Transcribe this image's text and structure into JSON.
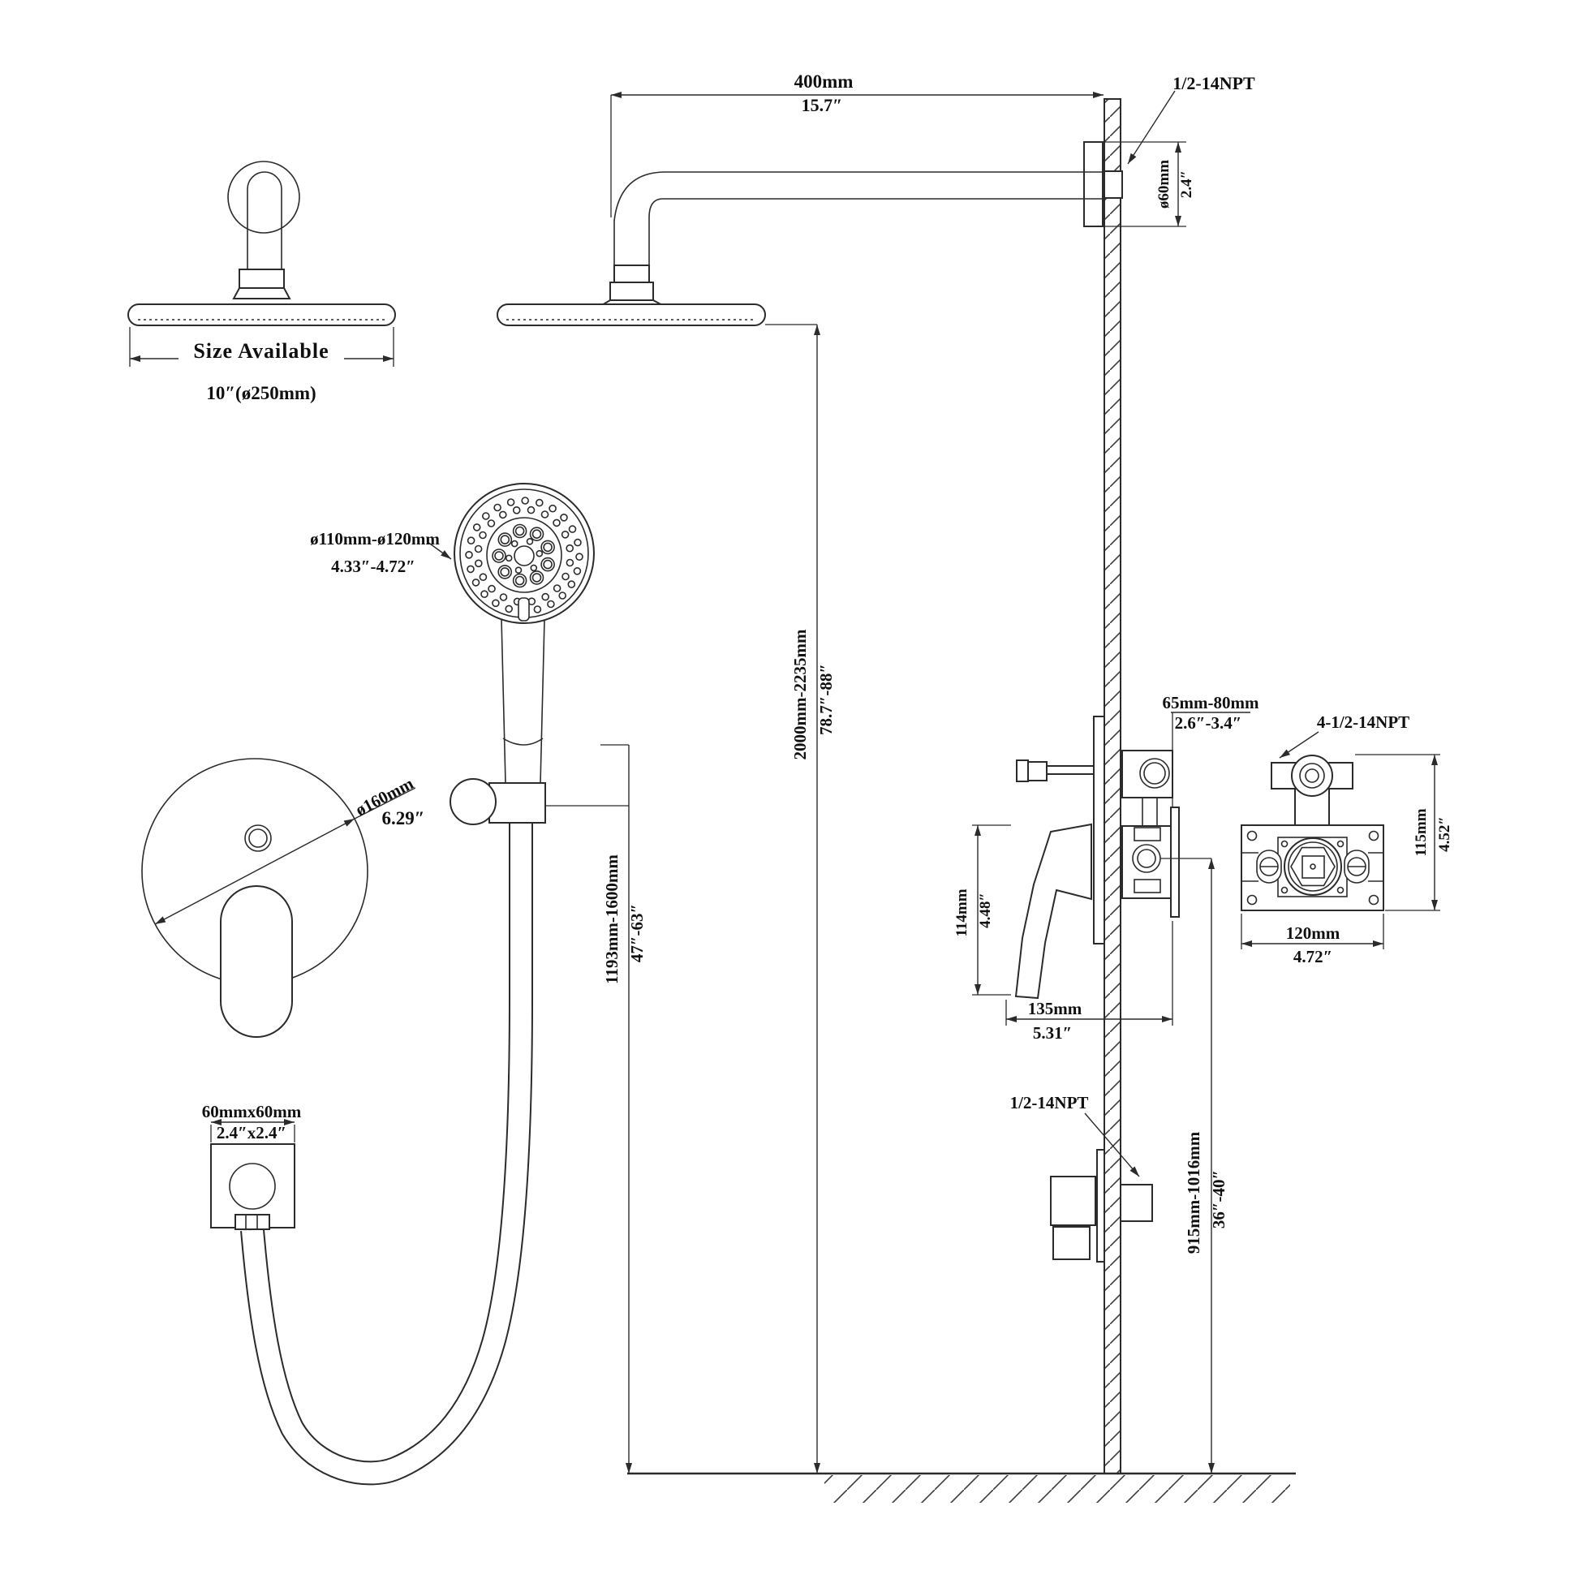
{
  "colors": {
    "line": "#2b2b2b",
    "text": "#101010",
    "background": "#ffffff"
  },
  "head_detail": {
    "size_label": "Size Available",
    "size_value": "10″(ø250mm)"
  },
  "shower_arm": {
    "length_mm": "400mm",
    "length_in": "15.7″"
  },
  "arm_thread": "1/2-14NPT",
  "arm_flange": {
    "dia_mm": "ø60mm",
    "dia_in": "2.4″"
  },
  "hand_shower": {
    "dia_mm": "ø110mm-ø120mm",
    "dia_in": "4.33″-4.72″"
  },
  "trim_plate": {
    "dia_mm": "ø160mm",
    "dia_in": "6.29″"
  },
  "rain_head_height": {
    "mm": "2000mm-2235mm",
    "inch": "78.7″-88″"
  },
  "holder_height": {
    "mm": "1193mm-1600mm",
    "inch": "47″-63″"
  },
  "valve_depth": {
    "mm": "65mm-80mm",
    "inch": "2.6″-3.4″"
  },
  "valve_thread": "4-1/2-14NPT",
  "valve_body": {
    "height_mm": "115mm",
    "height_in": "4.52″",
    "width_mm": "120mm",
    "width_in": "4.72″"
  },
  "valve_trim": {
    "height_mm": "114mm",
    "height_in": "4.48″",
    "width_mm": "135mm",
    "width_in": "5.31″"
  },
  "hose_outlet": {
    "plate_mm": "60mmx60mm",
    "plate_in": "2.4″x2.4″"
  },
  "outlet_thread": "1/2-14NPT",
  "valve_height": {
    "mm": "915mm-1016mm",
    "inch": "36″-40″"
  }
}
